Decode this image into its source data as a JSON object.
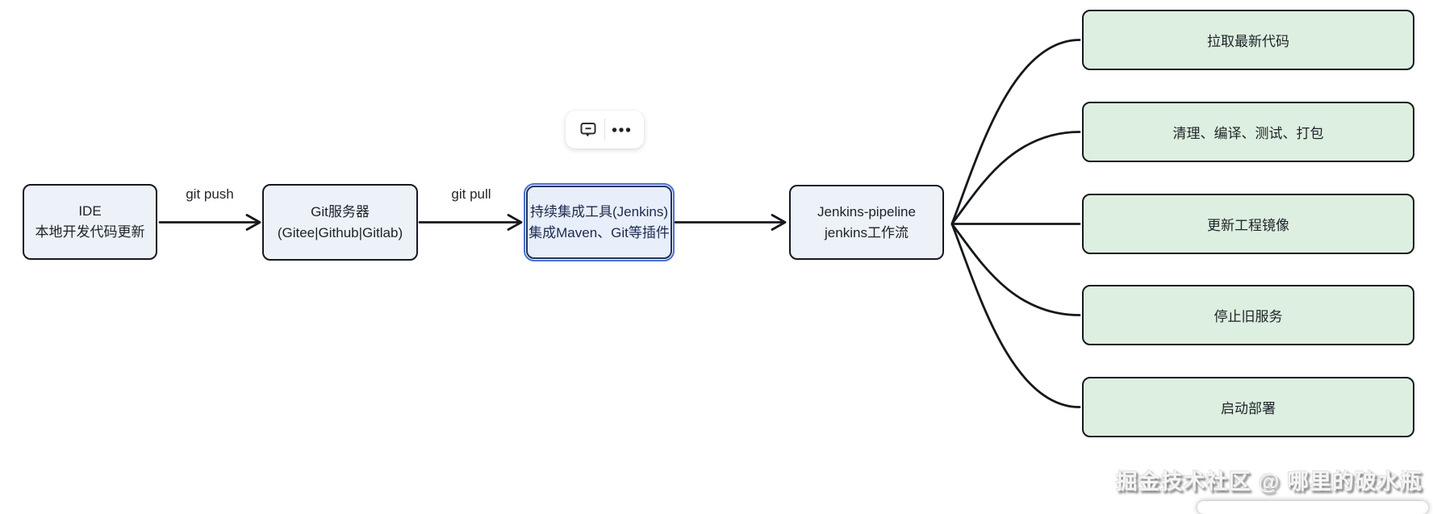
{
  "toolbar": {
    "icons": [
      {
        "name": "comment-icon"
      },
      {
        "name": "more-options-icon"
      }
    ]
  },
  "flow": {
    "nodes": [
      {
        "lines": [
          "IDE",
          "本地开发代码更新"
        ],
        "selected": false
      },
      {
        "lines": [
          "Git服务器",
          "(Gitee|Github|Gitlab)"
        ],
        "selected": false
      },
      {
        "lines": [
          "持续集成工具(Jenkins)",
          "集成Maven、Git等插件"
        ],
        "selected": true
      },
      {
        "lines": [
          "Jenkins-pipeline",
          "jenkins工作流"
        ],
        "selected": false
      }
    ],
    "edge_labels": [
      "git push",
      "git pull"
    ],
    "steps": [
      "拉取最新代码",
      "清理、编译、测试、打包",
      "更新工程镜像",
      "停止旧服务",
      "启动部署"
    ]
  },
  "watermark": "掘金技术社区 @ 哪里的破水瓶",
  "colors": {
    "node_fill": "#edf1f8",
    "node_border": "#17191f",
    "selected_node_fill": "#e8eefa",
    "selected_node_border": "#1d3261",
    "selection_outline": "#4a6fd1",
    "step_fill": "#ddefe0",
    "step_border": "#17191a",
    "connector": "#15181c"
  }
}
